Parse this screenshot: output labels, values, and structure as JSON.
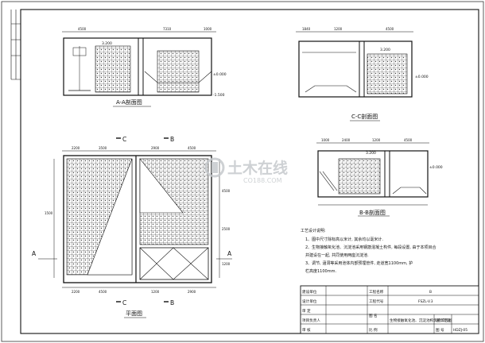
{
  "drawing": {
    "views": {
      "aa": {
        "title": "A-A剖面图",
        "dims_top": [
          "4500",
          "7310",
          "1000"
        ],
        "elevations": [
          "±0.000",
          "-1.500",
          "3.200"
        ]
      },
      "cc": {
        "title": "C-C剖面图",
        "dims_top": [
          "1840",
          "1200",
          "4500"
        ],
        "elevations": [
          "±0.000",
          "3.200"
        ]
      },
      "bb": {
        "title": "B-B剖面图",
        "dims_top": [
          "1000",
          "2400",
          "1200",
          "4500"
        ],
        "elevations": [
          "±0.000",
          "3.200"
        ]
      },
      "plan": {
        "title": "平面图",
        "dims_top": [
          "2200",
          "3500",
          "2900",
          "4500"
        ],
        "dims_bottom": [
          "2200",
          "4500",
          "1200",
          "2900"
        ],
        "dims_right": [
          "4500",
          "2500",
          "1200"
        ],
        "dims_left": [
          "1500"
        ],
        "section_marks": [
          "C",
          "B",
          "A"
        ]
      }
    },
    "notes": {
      "heading": "工艺设计说明:",
      "items": [
        "1、图中尺寸除标高以米计, 其余均以毫米计.",
        "2、生物接触氧化池、沉淀池采用钢筋混凝土构件, 每段设置, 由于本项目合",
        "   并建设在一起, 共同使用两座沉淀池.",
        "3、调节, 涵洞等采用池体内部预埋管件, 走道宽1100mm, 护",
        "   栏高度1100mm."
      ]
    },
    "title_block": {
      "rows": [
        {
          "label": "建设单位",
          "value": ""
        },
        {
          "label": "设计单位",
          "value": ""
        },
        {
          "label": "审  定",
          "value": ""
        },
        {
          "label": "项目负责人",
          "value": ""
        },
        {
          "label": "审  核",
          "value": ""
        }
      ],
      "project_name_label": "工程名称",
      "project_name": "B",
      "project_no_label": "工程代号",
      "project_no": "FSZL-V.3",
      "drawing_title": "生物接触氧化池、沉淀池构筑物工艺图",
      "stage_label": "设计阶段",
      "drawing_no_label": "图  号",
      "drawing_no": "HDZJ-05",
      "scale_label": "比  例",
      "date_label": "日  期",
      "name_label": "图  名"
    },
    "watermark": {
      "brand": "土木在线",
      "url": "CO188.COM"
    }
  }
}
